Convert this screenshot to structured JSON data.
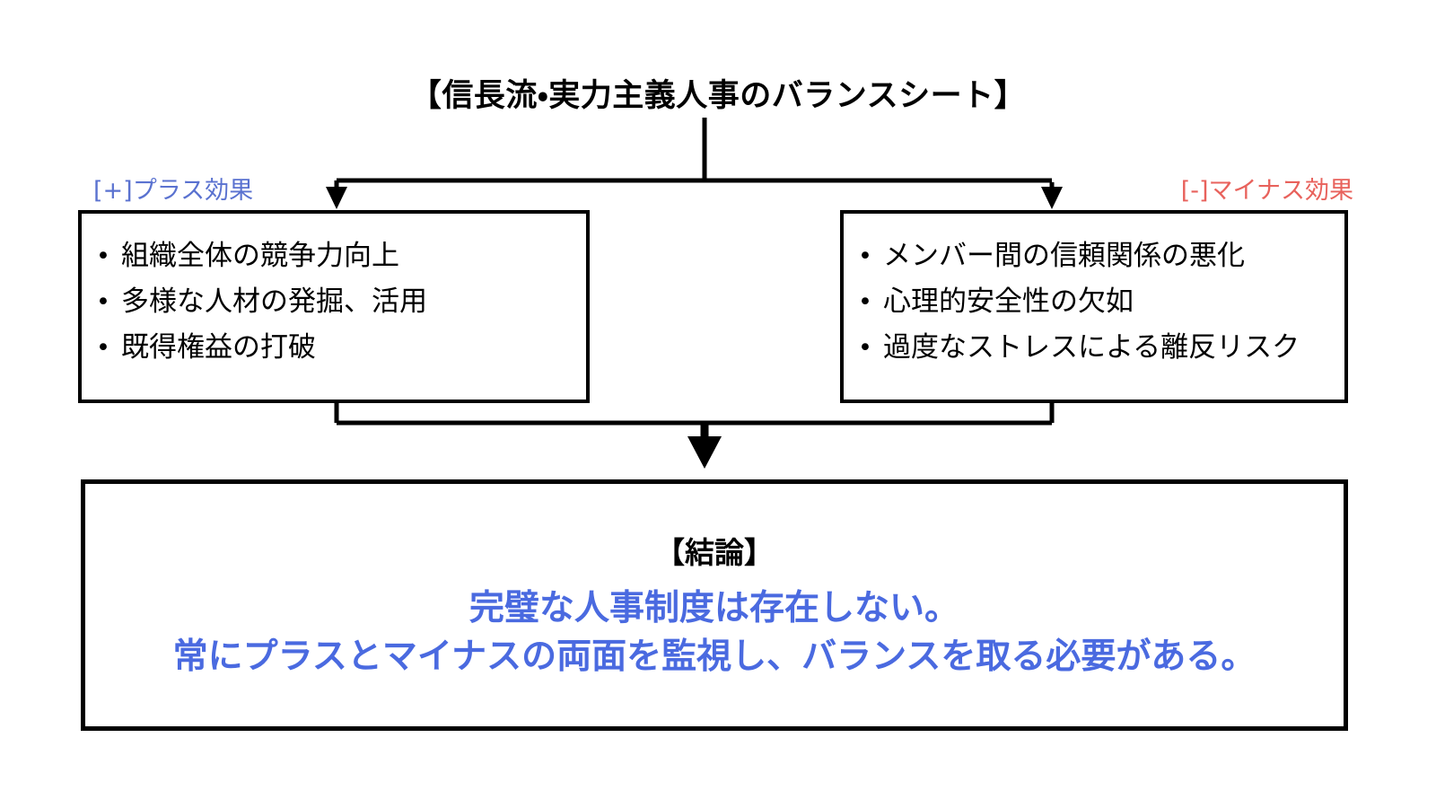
{
  "diagram": {
    "title": "【信長流・実力主義人事のバランスシート】",
    "labels": {
      "plus": "[+]プラス効果",
      "minus": "[-]マイナス効果"
    },
    "colors": {
      "plus_label": "#5a72d0",
      "minus_label": "#e8625c",
      "conclusion_text": "#4a6ae0",
      "line": "#000000",
      "background": "#ffffff"
    },
    "positive_box": {
      "items": [
        "組織全体の競争力向上",
        "多様な人材の発掘、活用",
        "既得権益の打破"
      ]
    },
    "negative_box": {
      "items": [
        "メンバー間の信頼関係の悪化",
        "心理的安全性の欠如",
        "過度なストレスによる離反リスク"
      ]
    },
    "conclusion": {
      "heading": "【結論】",
      "line1": "完璧な人事制度は存在しない。",
      "line2": "常にプラスとマイナスの両面を監視し、バランスを取る必要がある。"
    }
  }
}
